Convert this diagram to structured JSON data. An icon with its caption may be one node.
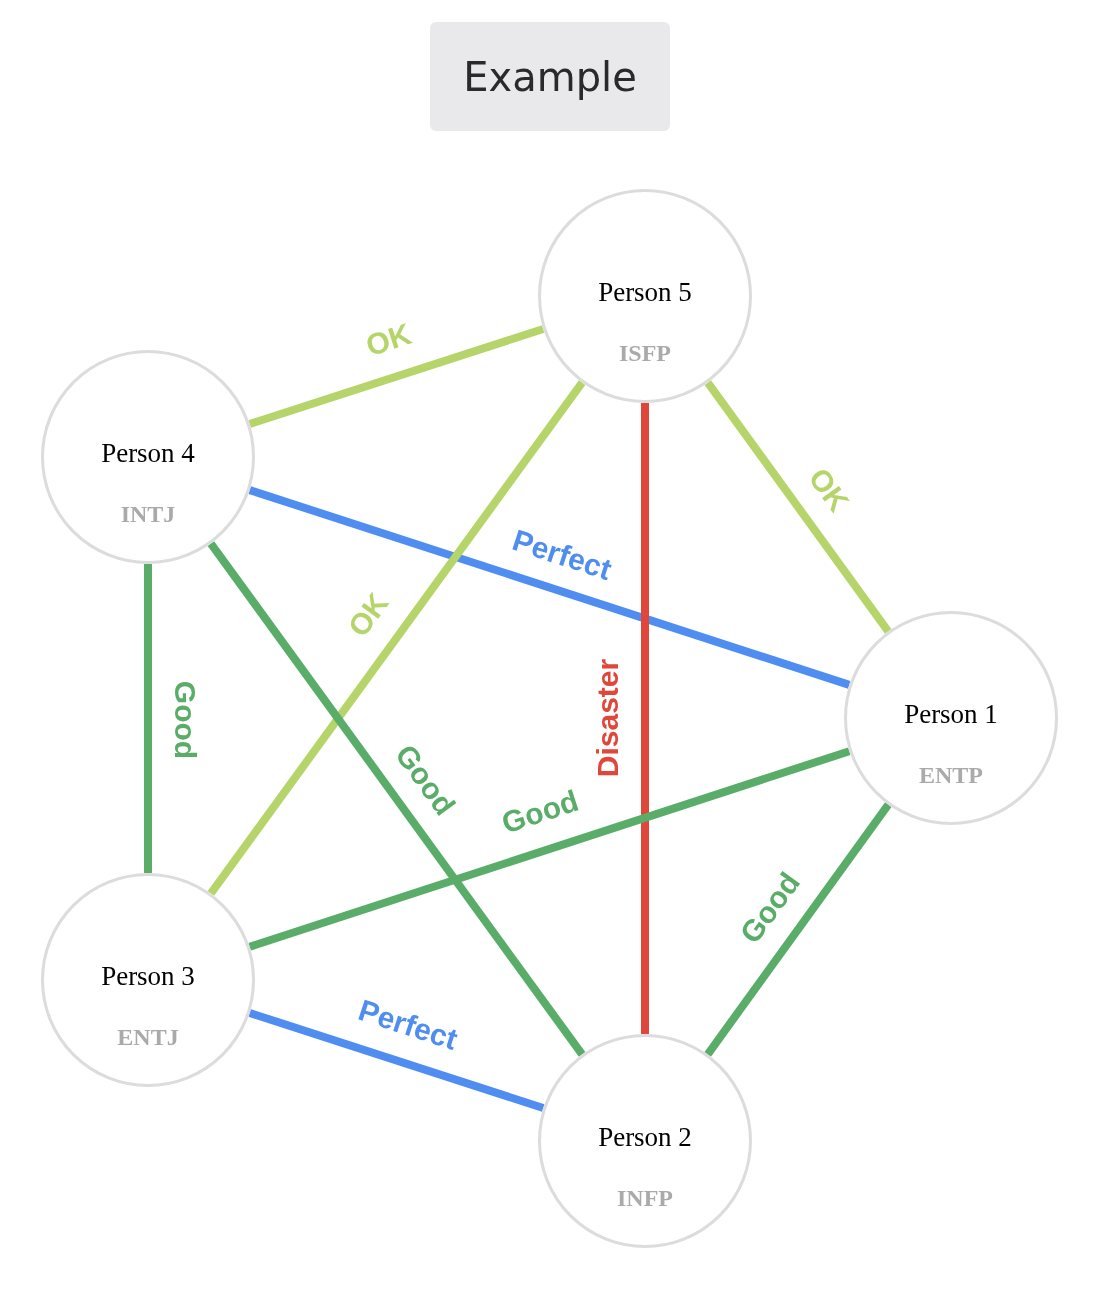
{
  "diagram": {
    "title": "Example",
    "nodes": [
      {
        "text": [
          "Person 5",
          "ISFP"
        ]
      },
      {
        "text": [
          "Person 4",
          "INTJ"
        ]
      },
      {
        "text": [
          "Person 1",
          "ENTP"
        ]
      },
      {
        "text": [
          "Person 3",
          "ENTJ"
        ]
      },
      {
        "text": [
          "Person 2",
          "INFP"
        ]
      }
    ],
    "edges": [
      {
        "from": 1,
        "to": 0,
        "arrow": "none",
        "label": "OK",
        "color": "#b5d56a"
      },
      {
        "from": 1,
        "to": 2,
        "arrow": "none",
        "label": "Perfect",
        "color": "#4f8ef0"
      },
      {
        "from": 0,
        "to": 2,
        "arrow": "none",
        "label": "OK",
        "color": "#b5d56a"
      },
      {
        "from": 0,
        "to": 3,
        "arrow": "none",
        "label": "OK",
        "color": "#b5d56a"
      },
      {
        "from": 1,
        "to": 3,
        "arrow": "none",
        "label": "Good"
      },
      {
        "from": 1,
        "to": 4,
        "arrow": "none",
        "label": "Good"
      },
      {
        "from": 0,
        "to": 4,
        "arrow": "none",
        "label": "Disaster",
        "color": "#e0463a"
      },
      {
        "from": 3,
        "to": 2,
        "arrow": "none",
        "label": "Good"
      },
      {
        "from": 2,
        "to": 4,
        "arrow": "none",
        "label": "Good"
      },
      {
        "from": 3,
        "to": 4,
        "arrow": "none",
        "label": "Perfect",
        "color": "#4f8ef0"
      }
    ]
  }
}
